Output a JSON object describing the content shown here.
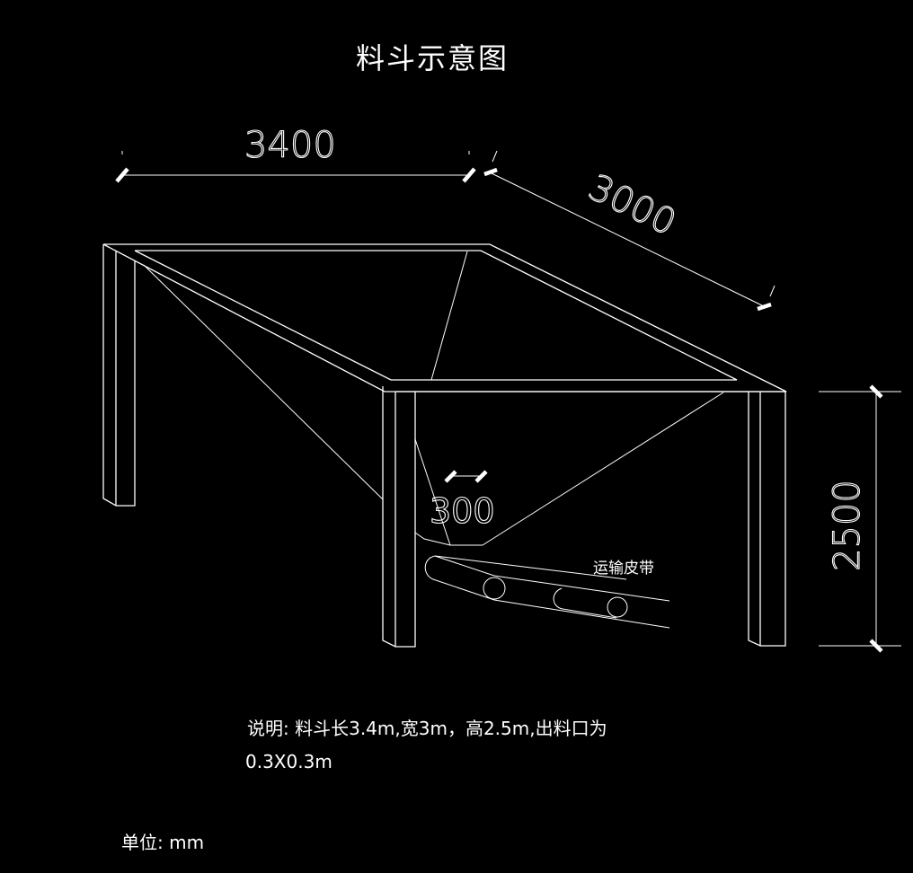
{
  "drawing": {
    "title": "料斗示意图",
    "background": "#000000",
    "line_color": "#ffffff"
  },
  "dimensions": {
    "length": "3400",
    "width": "3000",
    "height": "2500",
    "outlet": "300"
  },
  "labels": {
    "conveyor_belt": "运输皮带"
  },
  "notes": {
    "line1": "说明: 料斗长3.4m,宽3m，高2.5m,出料口为",
    "line2": "0.3X0.3m",
    "unit": "单位: mm"
  }
}
